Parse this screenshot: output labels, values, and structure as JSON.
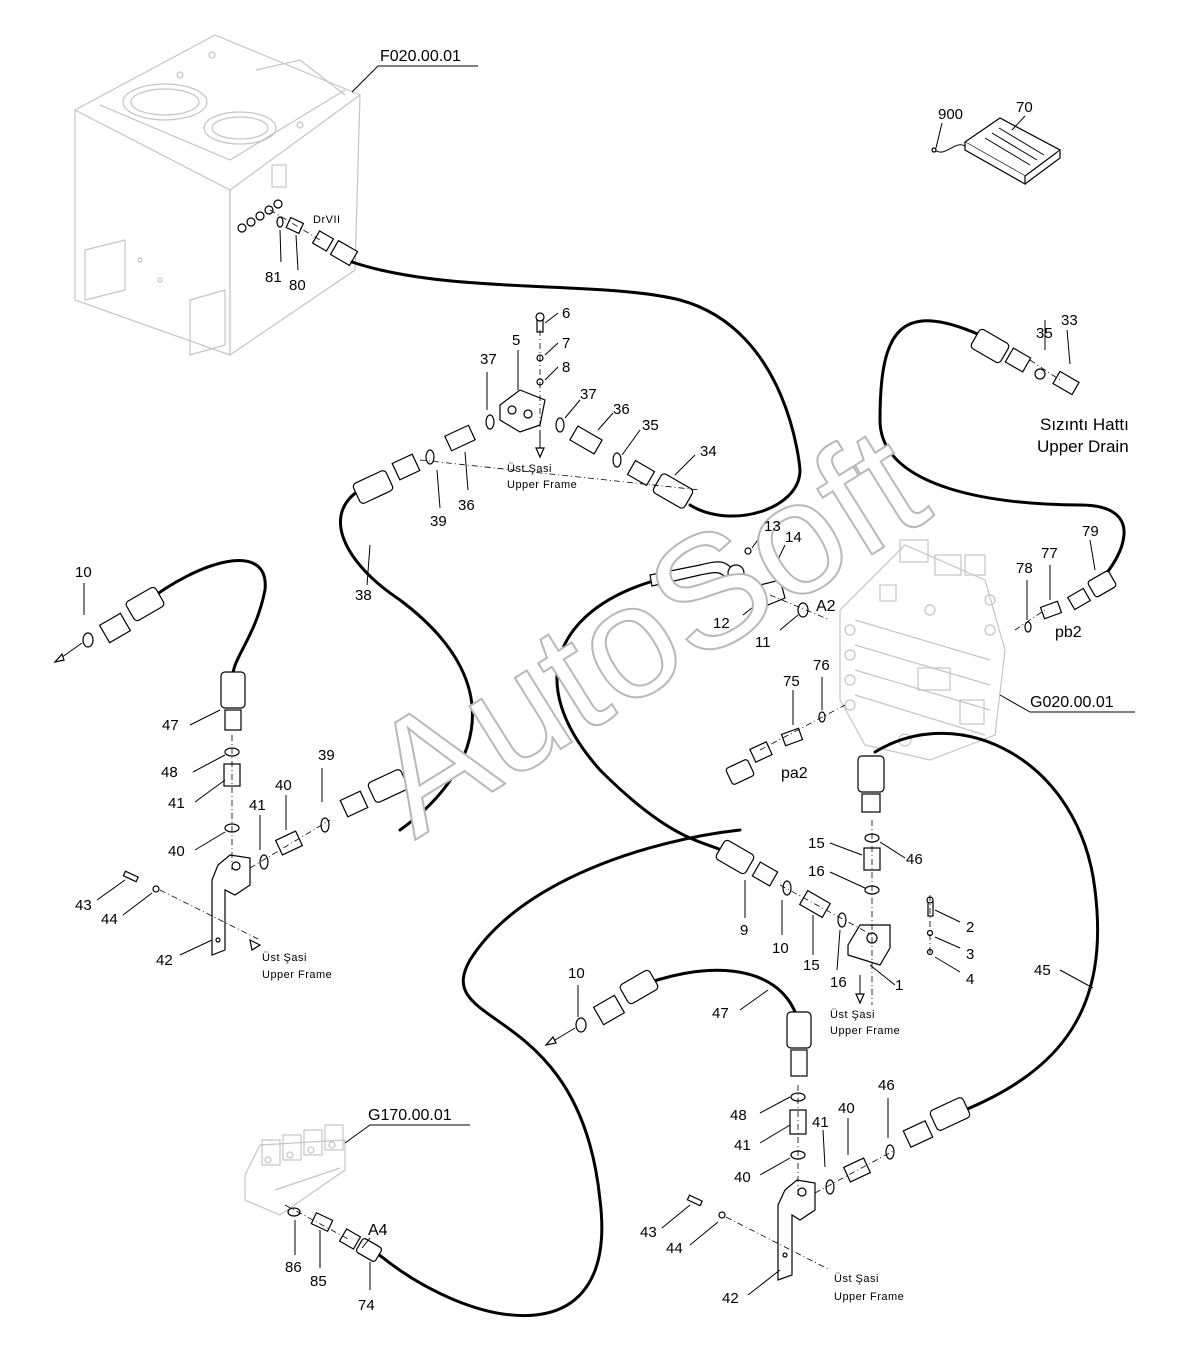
{
  "assembly_refs": {
    "tank": "F020.00.01",
    "control_valve": "G020.00.01",
    "manifold": "G170.00.01"
  },
  "port_labels": {
    "drvii": "DrVII",
    "a2": "A2",
    "pb2": "pb2",
    "pa2": "pa2",
    "a4": "A4"
  },
  "notes": {
    "leak_line_tr": "Sızıntı Hattı",
    "leak_line_en": "Upper Drain",
    "upper_frame_tr": "Üst Şasi",
    "upper_frame_en": "Upper Frame"
  },
  "watermark": "AutoSoft",
  "callouts": {
    "c900": "900",
    "c70": "70",
    "c81": "81",
    "c80": "80",
    "c35a": "35",
    "c33": "33",
    "c6": "6",
    "c5": "5",
    "c37a": "37",
    "c7": "7",
    "c8": "8",
    "c37b": "37",
    "c36a": "36",
    "c35b": "35",
    "c34": "34",
    "c39a": "39",
    "c36b": "36",
    "c38": "38",
    "c13": "13",
    "c14": "14",
    "c12": "12",
    "c11": "11",
    "c78": "78",
    "c77": "77",
    "c79": "79",
    "c76": "76",
    "c75": "75",
    "c10a": "10",
    "c47a": "47",
    "c48a": "48",
    "c41a": "41",
    "c40a": "40",
    "c39b": "39",
    "c41b": "41",
    "c40b": "40",
    "c43a": "43",
    "c44a": "44",
    "c42a": "42",
    "c15a": "15",
    "c46a": "46",
    "c16a": "16",
    "c9": "9",
    "c10b": "10",
    "c15b": "15",
    "c16b": "16",
    "c2": "2",
    "c3": "3",
    "c4": "4",
    "c1": "1",
    "c45": "45",
    "c10c": "10",
    "c47b": "47",
    "c48b": "48",
    "c41c": "41",
    "c40c": "40",
    "c41d": "41",
    "c40d": "40",
    "c46b": "46",
    "c43b": "43",
    "c44b": "44",
    "c42b": "42",
    "c86": "86",
    "c85": "85",
    "c74": "74"
  }
}
